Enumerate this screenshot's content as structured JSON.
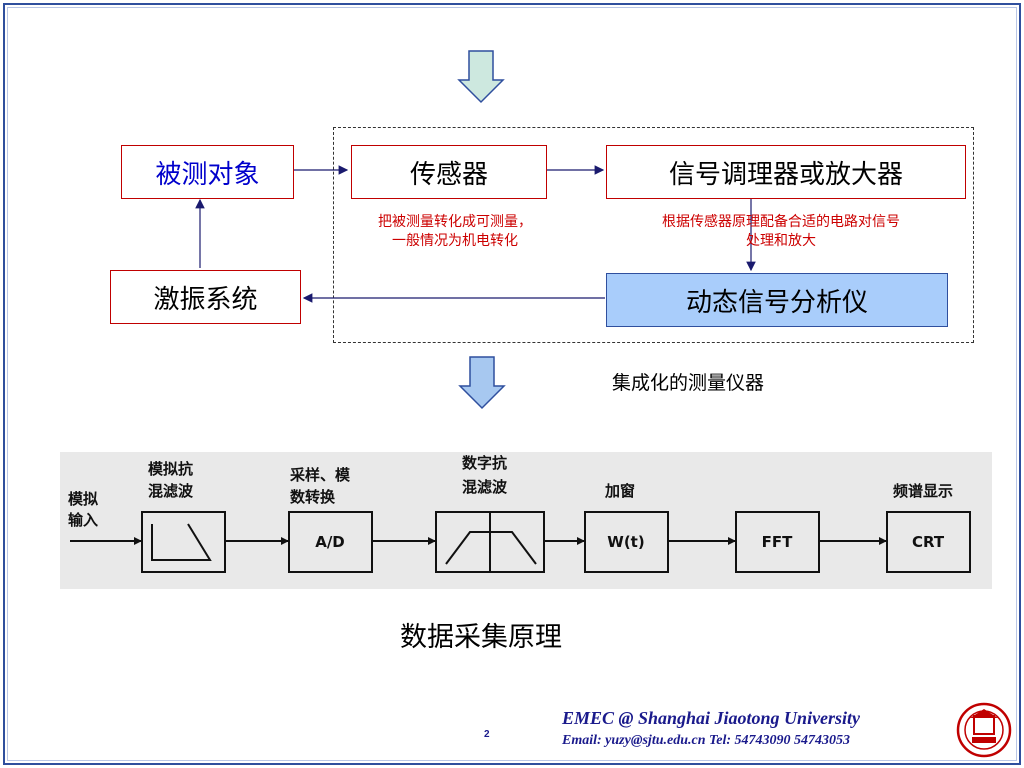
{
  "diagram": {
    "measured_object": "被测对象",
    "sensor": "传感器",
    "conditioner": "信号调理器或放大器",
    "excitation": "激振系统",
    "analyzer": "动态信号分析仪",
    "sensor_note": [
      "把被测量转化成可测量，",
      "一般情况为机电转化"
    ],
    "conditioner_note": [
      "根据传感器原理配备合适的电路对信号",
      "处理和放大"
    ],
    "integrated_label": "集成化的测量仪器"
  },
  "acquisition": {
    "input_label": [
      "模拟",
      "输入"
    ],
    "stages": [
      {
        "top": [
          "模拟抗",
          "混滤波"
        ],
        "inner": ""
      },
      {
        "top": [
          "采样、模",
          "数转换"
        ],
        "inner": "A/D"
      },
      {
        "top": [
          "数字抗",
          "混滤波"
        ],
        "inner": ""
      },
      {
        "top": [
          "加窗"
        ],
        "inner": "W(t)"
      },
      {
        "top": [],
        "inner": "FFT"
      },
      {
        "top": [
          "频谱显示"
        ],
        "inner": "CRT"
      }
    ],
    "caption": "数据采集原理"
  },
  "footer": {
    "org_line": "EMEC  @  Shanghai Jiaotong University",
    "contact_line": "Email: yuzy@sjtu.edu.cn  Tel: 54743090 54743053",
    "page_number": "2"
  },
  "colors": {
    "arrow_fill_top": "#cde8df",
    "arrow_fill_mid": "#a7c8f0",
    "box_border": "#c00000",
    "analyzer_fill": "#a9cdfb",
    "blue_text": "#0000cc",
    "note_red": "#cc0000",
    "line_navy": "#1a1a6e"
  },
  "icons": [
    "down-arrow-icon",
    "university-seal-icon"
  ]
}
